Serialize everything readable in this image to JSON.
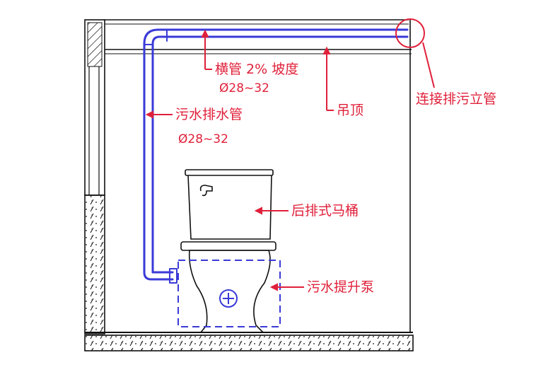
{
  "labels": {
    "horizontal_pipe": "横管 2% 坡度",
    "horizontal_pipe_dia": "Ø28~32",
    "ceiling": "吊顶",
    "drain_pipe": "污水排水管",
    "drain_pipe_dia": "Ø28~32",
    "riser_connection": "连接排污立管",
    "toilet": "后排式马桶",
    "lift_pump": "污水提升泵"
  },
  "colors": {
    "pipe": "#3a3ad8",
    "annotation": "#e0203a",
    "line": "#111111",
    "pump_outline": "#3a3ad8"
  },
  "icons": {
    "pump_symbol": "plus-in-circle-icon",
    "flush_handle": "flush-lever-icon"
  }
}
